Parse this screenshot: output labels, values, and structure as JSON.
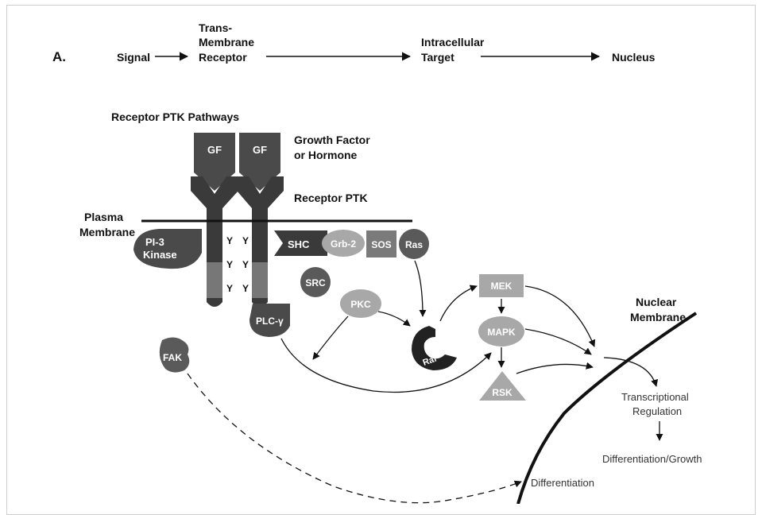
{
  "panel_letter": "A.",
  "flow": {
    "step1": "Signal",
    "step2_line1": "Trans-",
    "step2_line2": "Membrane",
    "step2_line3": "Receptor",
    "step3_line1": "Intracellular",
    "step3_line2": "Target",
    "step4": "Nucleus"
  },
  "labels": {
    "pathways_title": "Receptor PTK Pathways",
    "growth_factor_line1": "Growth Factor",
    "growth_factor_line2": "or Hormone",
    "receptor_ptk": "Receptor PTK",
    "plasma_membrane_line1": "Plasma",
    "plasma_membrane_line2": "Membrane",
    "nuclear_membrane_line1": "Nuclear",
    "nuclear_membrane_line2": "Membrane",
    "transcriptional_line1": "Transcriptional",
    "transcriptional_line2": "Regulation",
    "differentiation_growth": "Differentiation/Growth",
    "differentiation": "Differentiation"
  },
  "nodes": {
    "gf1": "GF",
    "gf2": "GF",
    "pi3_line1": "PI-3",
    "pi3_line2": "Kinase",
    "y": "Y",
    "shc": "SHC",
    "grb2": "Grb-2",
    "sos": "SOS",
    "ras": "Ras",
    "src": "SRC",
    "pkc": "PKC",
    "plc": "PLC-γ",
    "fak": "FAK",
    "raf": "Raf",
    "mek": "MEK",
    "mapk": "MAPK",
    "rsk": "RSK"
  },
  "colors": {
    "dark": "#4a4a4a",
    "medium": "#6e6e6e",
    "light": "#a8a8a8",
    "lighter": "#b9b9b9",
    "black": "#111111"
  }
}
